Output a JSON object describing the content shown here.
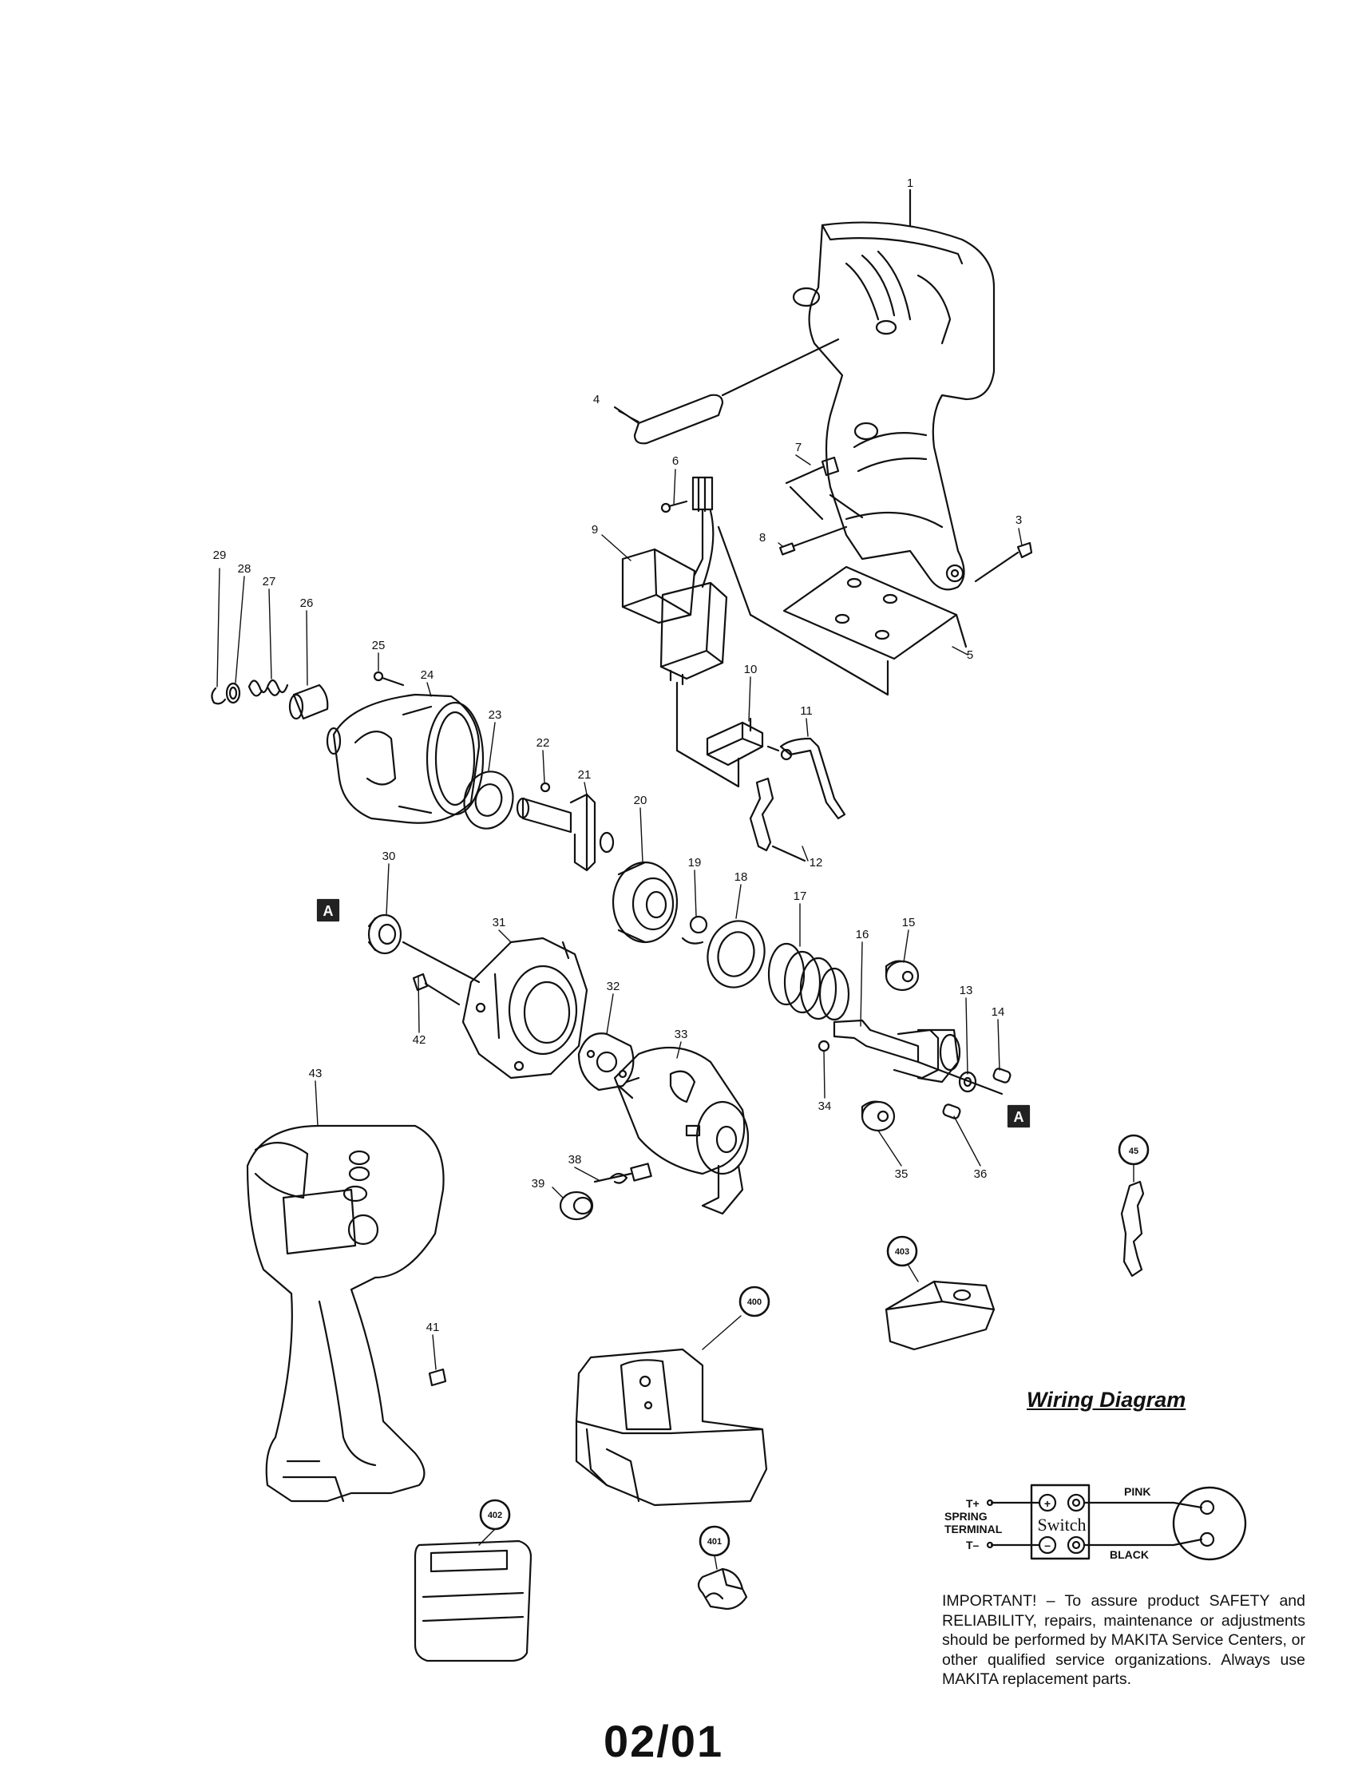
{
  "callouts": [
    {
      "id": "1",
      "text": "1"
    },
    {
      "id": "3",
      "text": "3"
    },
    {
      "id": "4",
      "text": "4"
    },
    {
      "id": "5",
      "text": "5"
    },
    {
      "id": "6",
      "text": "6"
    },
    {
      "id": "7",
      "text": "7"
    },
    {
      "id": "8",
      "text": "8"
    },
    {
      "id": "9",
      "text": "9"
    },
    {
      "id": "10",
      "text": "10"
    },
    {
      "id": "11",
      "text": "11"
    },
    {
      "id": "12",
      "text": "12"
    },
    {
      "id": "13",
      "text": "13"
    },
    {
      "id": "14",
      "text": "14"
    },
    {
      "id": "15",
      "text": "15"
    },
    {
      "id": "16",
      "text": "16"
    },
    {
      "id": "17",
      "text": "17"
    },
    {
      "id": "18",
      "text": "18"
    },
    {
      "id": "19",
      "text": "19"
    },
    {
      "id": "20",
      "text": "20"
    },
    {
      "id": "21",
      "text": "21"
    },
    {
      "id": "22",
      "text": "22"
    },
    {
      "id": "23",
      "text": "23"
    },
    {
      "id": "24",
      "text": "24"
    },
    {
      "id": "25",
      "text": "25"
    },
    {
      "id": "26",
      "text": "26"
    },
    {
      "id": "27",
      "text": "27"
    },
    {
      "id": "28",
      "text": "28"
    },
    {
      "id": "29",
      "text": "29"
    },
    {
      "id": "30",
      "text": "30"
    },
    {
      "id": "31",
      "text": "31"
    },
    {
      "id": "32",
      "text": "32"
    },
    {
      "id": "33",
      "text": "33"
    },
    {
      "id": "34",
      "text": "34"
    },
    {
      "id": "35",
      "text": "35"
    },
    {
      "id": "36",
      "text": "36"
    },
    {
      "id": "38",
      "text": "38"
    },
    {
      "id": "39",
      "text": "39"
    },
    {
      "id": "41",
      "text": "41"
    },
    {
      "id": "42",
      "text": "42"
    },
    {
      "id": "43",
      "text": "43"
    }
  ],
  "circled_callouts": [
    {
      "id": "45",
      "text": "45"
    },
    {
      "id": "403",
      "text": "403"
    },
    {
      "id": "400",
      "text": "400"
    },
    {
      "id": "402",
      "text": "402"
    },
    {
      "id": "401",
      "text": "401"
    }
  ],
  "reference_marks": {
    "a_left": "A",
    "a_right": "A"
  },
  "wiring_diagram": {
    "title": "Wiring Diagram",
    "t_plus": "T+",
    "spring": "SPRING",
    "terminal": "TERMINAL",
    "t_minus": "T–",
    "switch": "Switch",
    "plus_sign": "+",
    "minus_sign": "–",
    "pink": "PINK",
    "black": "BLACK"
  },
  "note": "IMPORTANT! – To assure product SAFETY and RELIABILITY, repairs, maintenance or adjustments should be performed by MAKITA Service Centers, or other qualified service organizations. Always use MAKITA replacement parts.",
  "page_number": "02/01"
}
